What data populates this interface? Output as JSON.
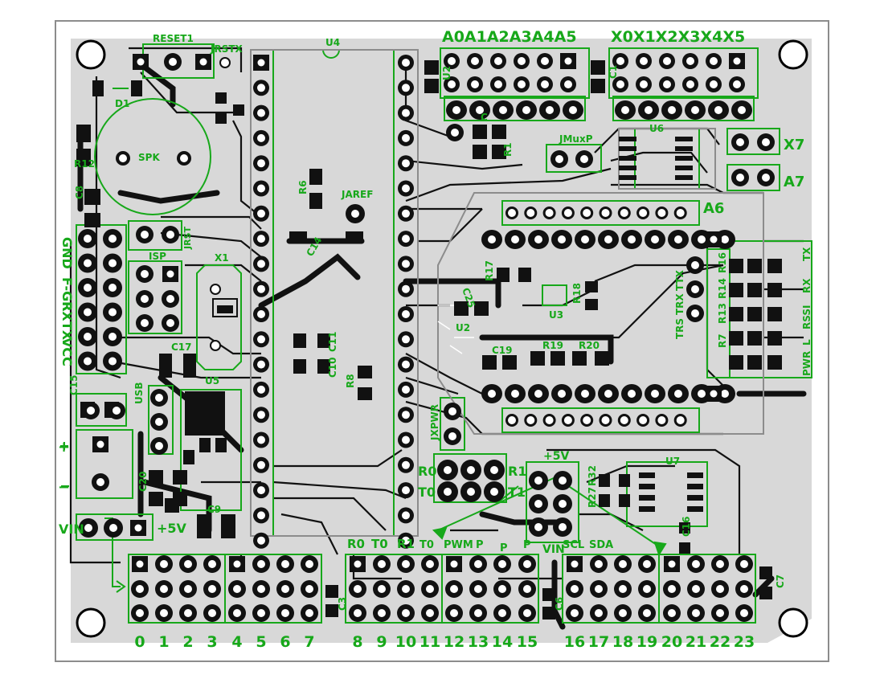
{
  "board": {
    "colors": {
      "background": "#ffffff",
      "board": "#d8d8d8",
      "copper": "#111111",
      "silkscreen": "#17a81a",
      "pad_hole": "#ffffff",
      "outline": "#8c8c8c"
    }
  },
  "headers": {
    "analog_row": "A0A1A2A3A4A5",
    "x_row": "X0X1X2X3X4X5",
    "x7": "X7",
    "a7": "A7",
    "a6": "A6",
    "digital_pins": [
      "0",
      "1",
      "2",
      "3",
      "4",
      "5",
      "6",
      "7",
      "8",
      "9",
      "10",
      "11",
      "12",
      "13",
      "14",
      "15",
      "16",
      "17",
      "18",
      "19",
      "20",
      "21",
      "22",
      "23"
    ],
    "vin_left": "VIN",
    "plus5v_left": "+5V",
    "plus5v_mid": "+5V",
    "vin_mid": "VIN",
    "scl": "SCL",
    "sda": "SDA",
    "pwm": "PWM",
    "p_labels": [
      "P",
      "P",
      "P"
    ],
    "r0": "R0",
    "t0": "T0",
    "r1": "R1",
    "t1": "T1",
    "r0_bot": "R0",
    "t0_bot": "T0",
    "r1_bot": "R1",
    "t0_bot2": "T0",
    "plus": "+",
    "minus": "−"
  },
  "left_labels": {
    "gnd": "GND",
    "fr": "F-GR",
    "tx": "TX",
    "rx": "RX",
    "vcc": "VCC",
    "isp": "ISP",
    "jrst": "JRST"
  },
  "radio_labels": {
    "tx": "TX",
    "rx": "RX",
    "rssi": "RSSI",
    "l": "L",
    "pwr": "PWR",
    "ttx": "TTX",
    "trx": "TRX",
    "trs": "TRS"
  },
  "components": {
    "reset": "RESET1",
    "jrstx": "JRSTX",
    "d1": "D1",
    "spk": "SPK",
    "r12": "R12",
    "c8": "C8",
    "u4": "U4",
    "r6": "R6",
    "c14": "C14",
    "jaref": "JAREF",
    "x1": "X1",
    "c10": "C10",
    "c11": "C11",
    "r8": "R8",
    "c17": "C17",
    "u5": "U5",
    "usb": "USB",
    "c15": "C15",
    "c20": "C20",
    "c9": "C9",
    "u2": "U2",
    "c1": "C1",
    "r1": "R1",
    "c": "C",
    "u6": "U6",
    "jmux": "JMuxP",
    "r17": "R17",
    "c25": "C25",
    "u3": "U3",
    "r18": "R18",
    "c19": "C19",
    "r19": "R19",
    "r20": "R20",
    "r16": "R16",
    "r14": "R14",
    "r13": "R13",
    "r7": "R7",
    "jxpwr": "JXPWR",
    "u7": "U7",
    "r27": "R27",
    "r32": "R32",
    "c16": "C16",
    "c7": "C7",
    "c3": "C3",
    "c6": "C6"
  }
}
